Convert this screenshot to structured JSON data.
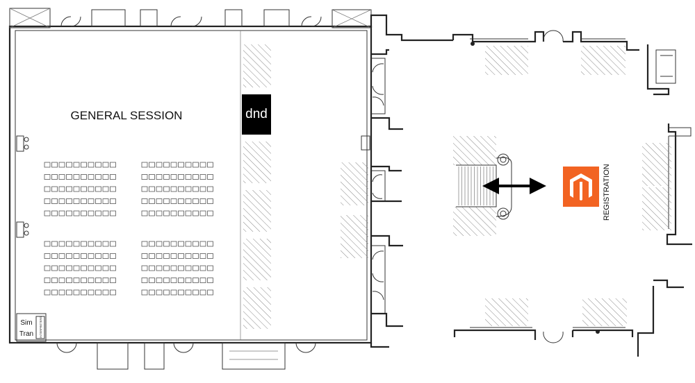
{
  "room": {
    "name": "GENERAL SESSION"
  },
  "sponsor": {
    "logo_text": "dnd",
    "logo_bg": "#000000",
    "logo_fg": "#ffffff"
  },
  "registration": {
    "label": "REGISTRATION",
    "badge_color": "#f26322",
    "icon": "magento-logo-icon"
  },
  "corner_room": {
    "line1": "Sim",
    "line2": "Tran",
    "side_text": "INTERPRETERS"
  },
  "seating": {
    "rows_per_block": 5,
    "chairs_per_row": 10,
    "blocks": 4
  },
  "colors": {
    "wall": "#222222",
    "hatch": "#888888",
    "arrow": "#000000"
  }
}
